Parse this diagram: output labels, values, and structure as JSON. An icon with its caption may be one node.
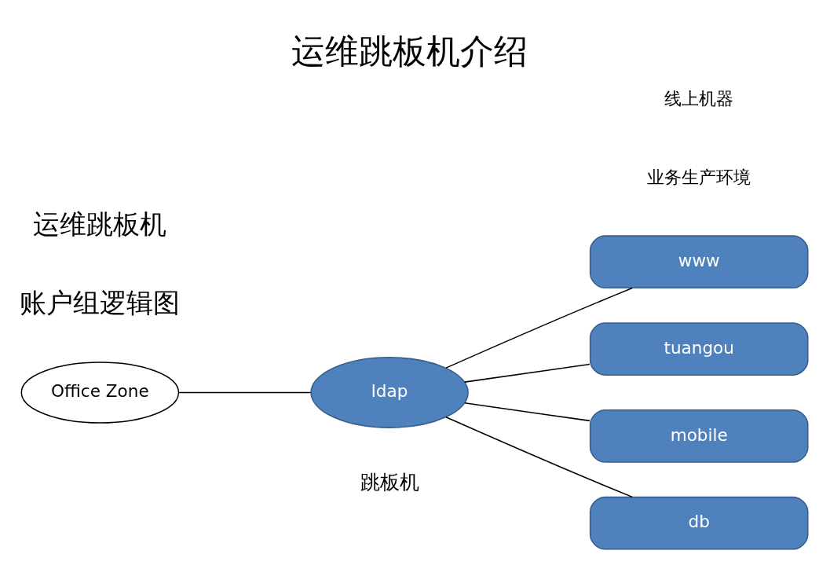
{
  "diagram": {
    "title": "运维跳板机介绍",
    "nodes": [
      {
        "text": [
          "ldap"
        ],
        "beside": [
          "跳板机"
        ]
      },
      {
        "text": [
          "Office Zone"
        ]
      },
      {
        "text": [
          "www"
        ]
      },
      {
        "text": [
          "tuangou"
        ]
      },
      {
        "text": [
          "mobile"
        ]
      },
      {
        "text": [
          "db"
        ]
      }
    ],
    "edges": [
      {
        "from": 1,
        "to": 0,
        "arrow": "none"
      },
      {
        "from": 0,
        "to": 2,
        "arrow": "none"
      },
      {
        "from": 0,
        "to": 3,
        "arrow": "none"
      },
      {
        "from": 0,
        "to": 4,
        "arrow": "none"
      },
      {
        "from": 0,
        "to": 5,
        "arrow": "none"
      }
    ],
    "labels": [
      "运维跳板机",
      "账户组逻辑图",
      "线上机器",
      "业务生产环境"
    ]
  }
}
